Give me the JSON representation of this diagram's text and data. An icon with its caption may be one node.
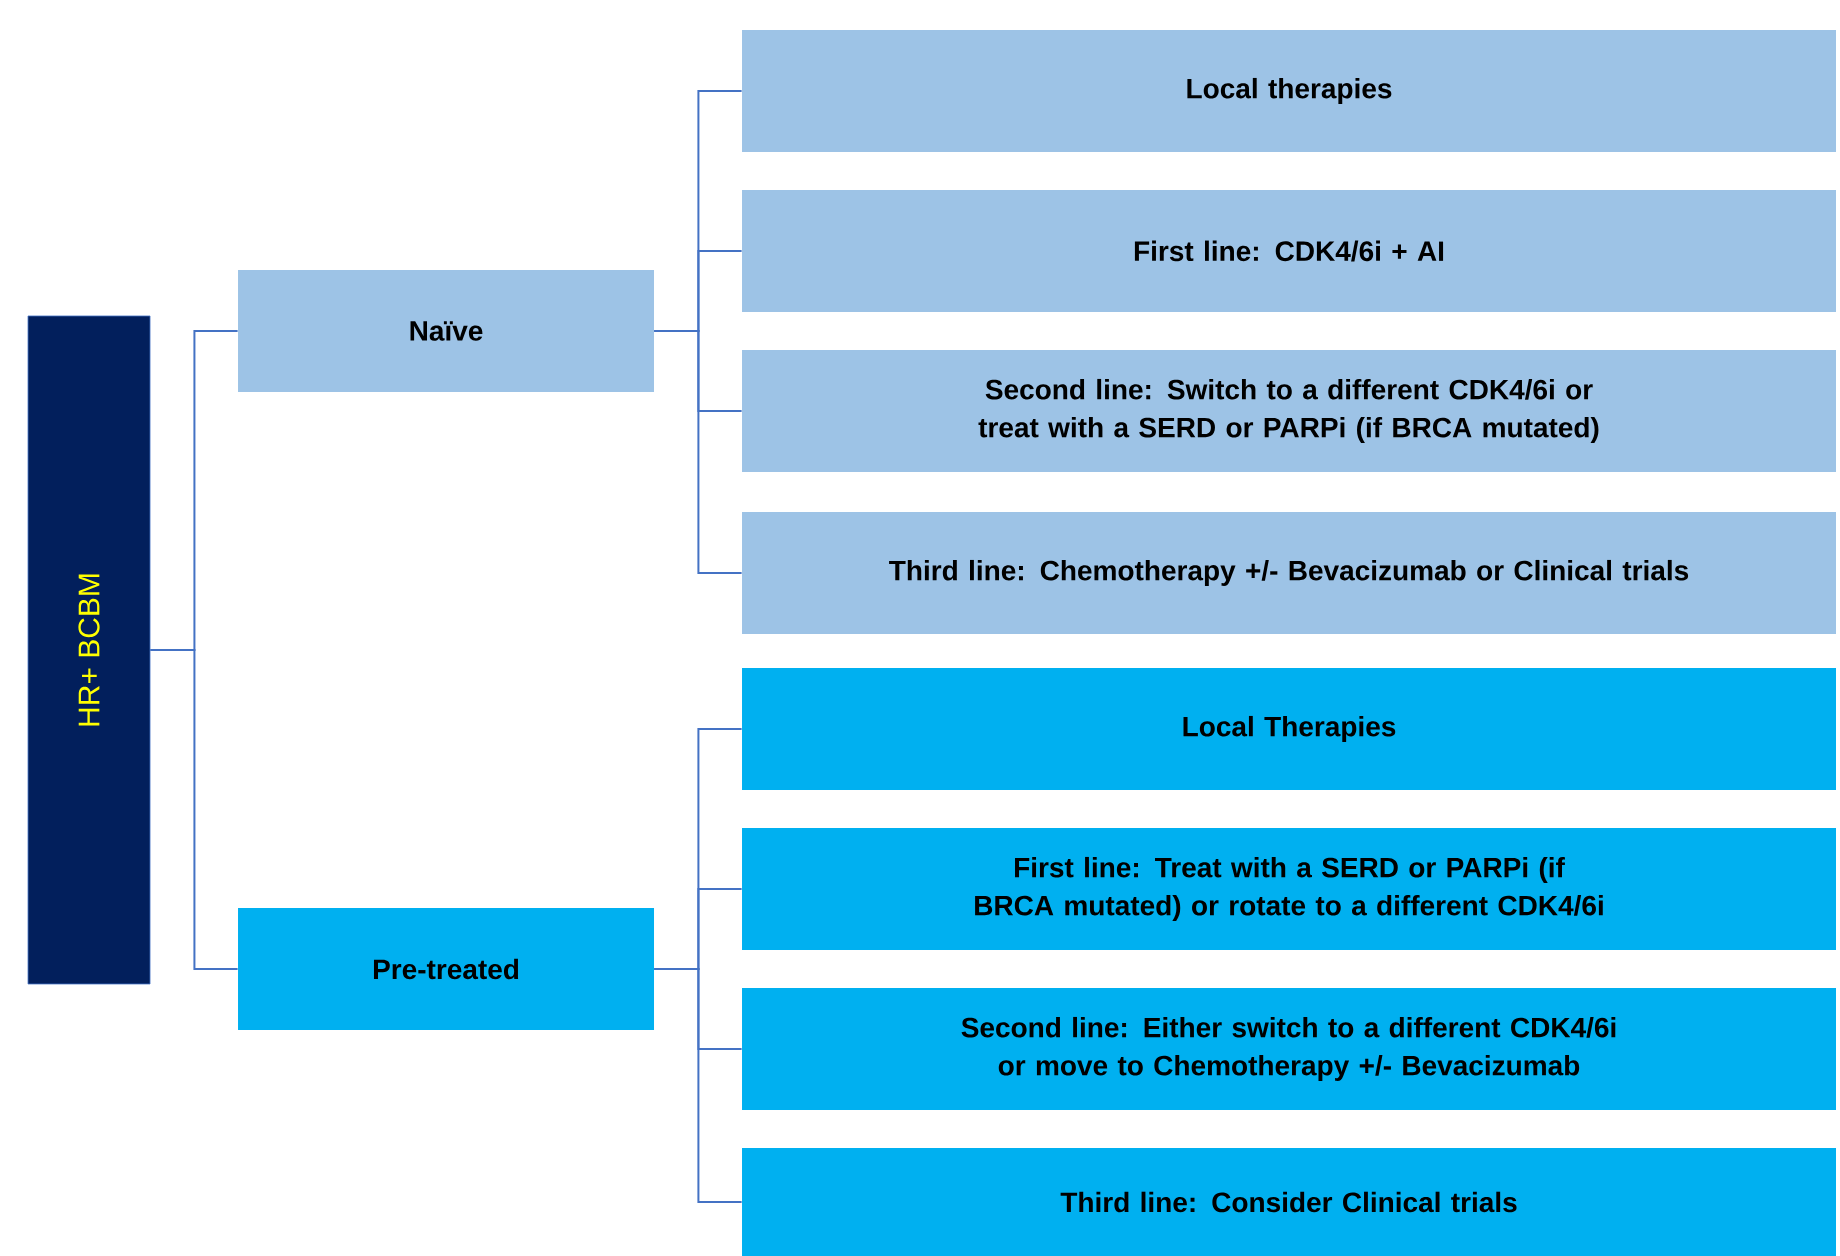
{
  "diagram": {
    "nodes": [
      {
        "text": [
          "HR+ BCBM"
        ]
      },
      {
        "text": [
          "Naïve"
        ]
      },
      {
        "text": [
          "Pre-treated"
        ]
      },
      {
        "text": [
          "Local therapies"
        ]
      },
      {
        "text": [
          "First line: CDK4/6i + AI"
        ]
      },
      {
        "text": [
          "Second line: Switch to a different CDK4/6i or treat with a SERD or PARPi (if BRCA mutated)"
        ]
      },
      {
        "text": [
          "Third line: Chemotherapy +/- Bevacizumab or Clinical trials"
        ]
      },
      {
        "text": [
          "Local Therapies"
        ]
      },
      {
        "text": [
          "First line: Treat with a SERD or PARPi (if BRCA mutated) or rotate to a different CDK4/6i"
        ]
      },
      {
        "text": [
          "Second line: Either switch to a different CDK4/6i or move to  Chemotherapy +/- Bevacizumab"
        ]
      },
      {
        "text": [
          "Third line: Consider Clinical trials"
        ]
      }
    ],
    "edges": [
      {
        "from": 0,
        "to": 1,
        "arrow": "none"
      },
      {
        "from": 0,
        "to": 2,
        "arrow": "none"
      },
      {
        "from": 1,
        "to": 3,
        "arrow": "none"
      },
      {
        "from": 1,
        "to": 4,
        "arrow": "none"
      },
      {
        "from": 1,
        "to": 5,
        "arrow": "none"
      },
      {
        "from": 1,
        "to": 6,
        "arrow": "none"
      },
      {
        "from": 2,
        "to": 7,
        "arrow": "none"
      },
      {
        "from": 2,
        "to": 8,
        "arrow": "none"
      },
      {
        "from": 2,
        "to": 9,
        "arrow": "none"
      },
      {
        "from": 2,
        "to": 10,
        "arrow": "none"
      }
    ]
  }
}
